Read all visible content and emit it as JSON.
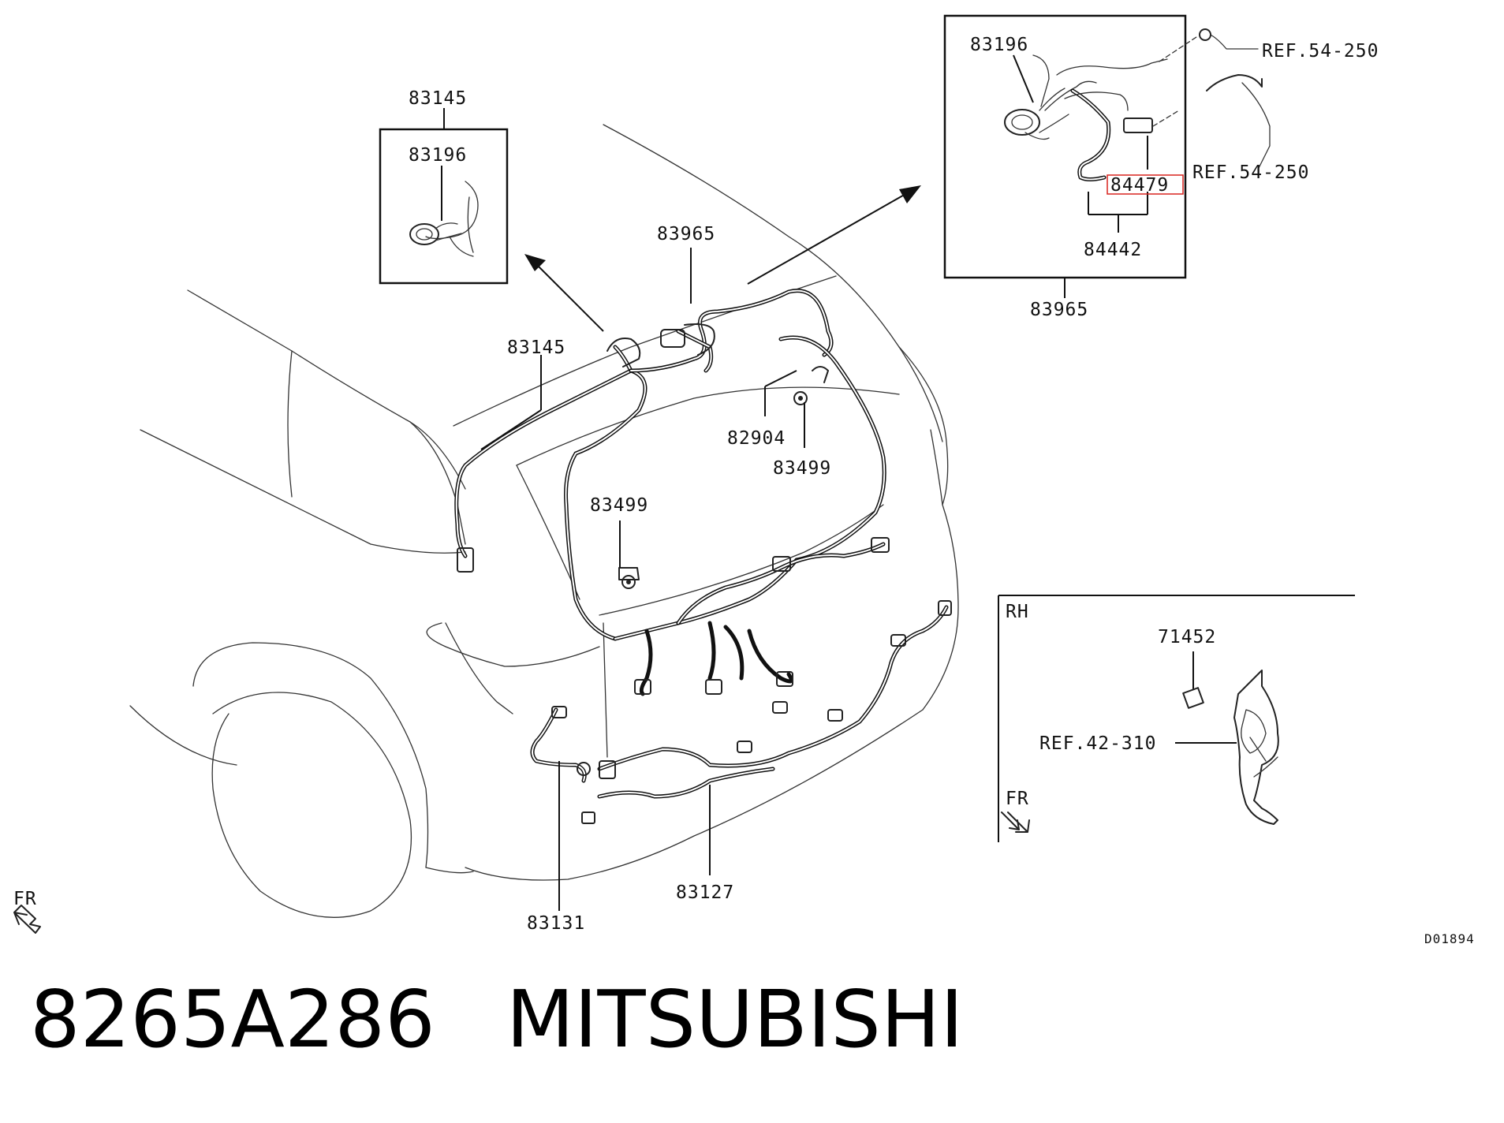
{
  "diagram": {
    "code": "D01894",
    "labels": {
      "detail_left_top": "83145",
      "detail_left_part": "83196",
      "detail_right_part": "83196",
      "ref_upper": "REF.54-250",
      "ref_lower": "REF.54-250",
      "highlight_part": "84479",
      "detail_right_sub": "84442",
      "detail_right_bottom": "83965",
      "harness_top": "83965",
      "harness_left": "83145",
      "clip_upper": "82904",
      "screw_upper": "83499",
      "screw_lower": "83499",
      "harness_bottom": "83127",
      "harness_side": "83131",
      "rh_title": "RH",
      "rh_part": "71452",
      "rh_ref": "REF.42-310",
      "fr_inset": "FR",
      "fr_main": "FR"
    },
    "highlight_color": "#d9231f"
  },
  "footer": {
    "part_number": "8265A286",
    "brand": "MITSUBISHI"
  }
}
